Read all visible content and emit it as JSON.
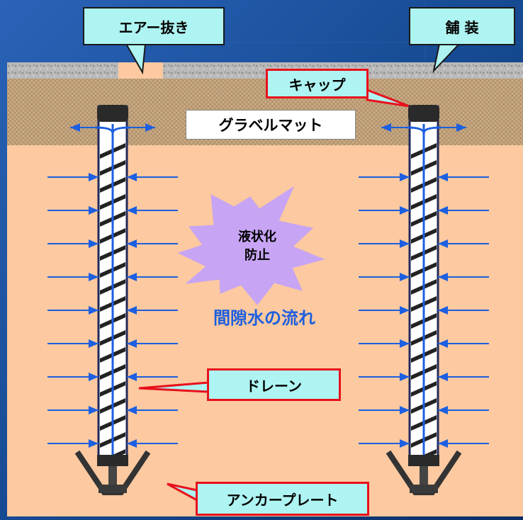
{
  "labels": {
    "air_release": "エアー抜き",
    "pavement": "舗 装",
    "cap": "キャップ",
    "gravel_mat": "グラベルマット",
    "liquefaction_line1": "液状化",
    "liquefaction_line2": "防止",
    "pore_water_flow": "間隙水の流れ",
    "drain": "ドレーン",
    "anchor_plate": "アンカープレート"
  },
  "colors": {
    "background": "#0f3a78",
    "soil": "#fcc9a0",
    "gravel_mat": "#c9ab85",
    "pavement": "#b4b4b4",
    "arrow_blue": "#1c5fe0",
    "callout_fill": "#aef4f2",
    "callout_red_border": "#e8101c",
    "burst_fill": "#c7a4f4"
  },
  "flow_arrow_rows": 9
}
